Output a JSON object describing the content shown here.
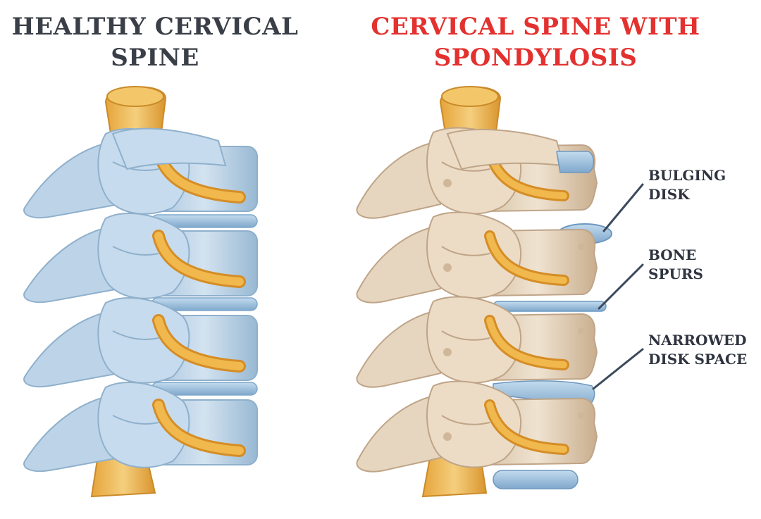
{
  "titles": {
    "healthy": {
      "line1": "HEALTHY CERVICAL",
      "line2": "SPINE",
      "color": "#3a3f47"
    },
    "spondylosis": {
      "line1": "CERVICAL SPINE WITH",
      "line2": "SPONDYLOSIS",
      "color": "#e3312f"
    }
  },
  "labels": {
    "bulging_disk": {
      "line1": "BULGING",
      "line2": "DISK"
    },
    "bone_spurs": {
      "line1": "BONE",
      "line2": "SPURS"
    },
    "narrowed_disk_space": {
      "line1": "NARROWED",
      "line2": "DISK SPACE"
    }
  },
  "colors": {
    "healthy_bone": "#bcd3e6",
    "healthy_bone_shade": "#8fb0cc",
    "degenerated_bone": "#e3d3bd",
    "degenerated_bone_shade": "#bfa487",
    "disk": "#9cc0dc",
    "nerve": "#e9a83a",
    "spinal_cord": "#e7b04a",
    "leader_line": "#3b4a5c"
  }
}
